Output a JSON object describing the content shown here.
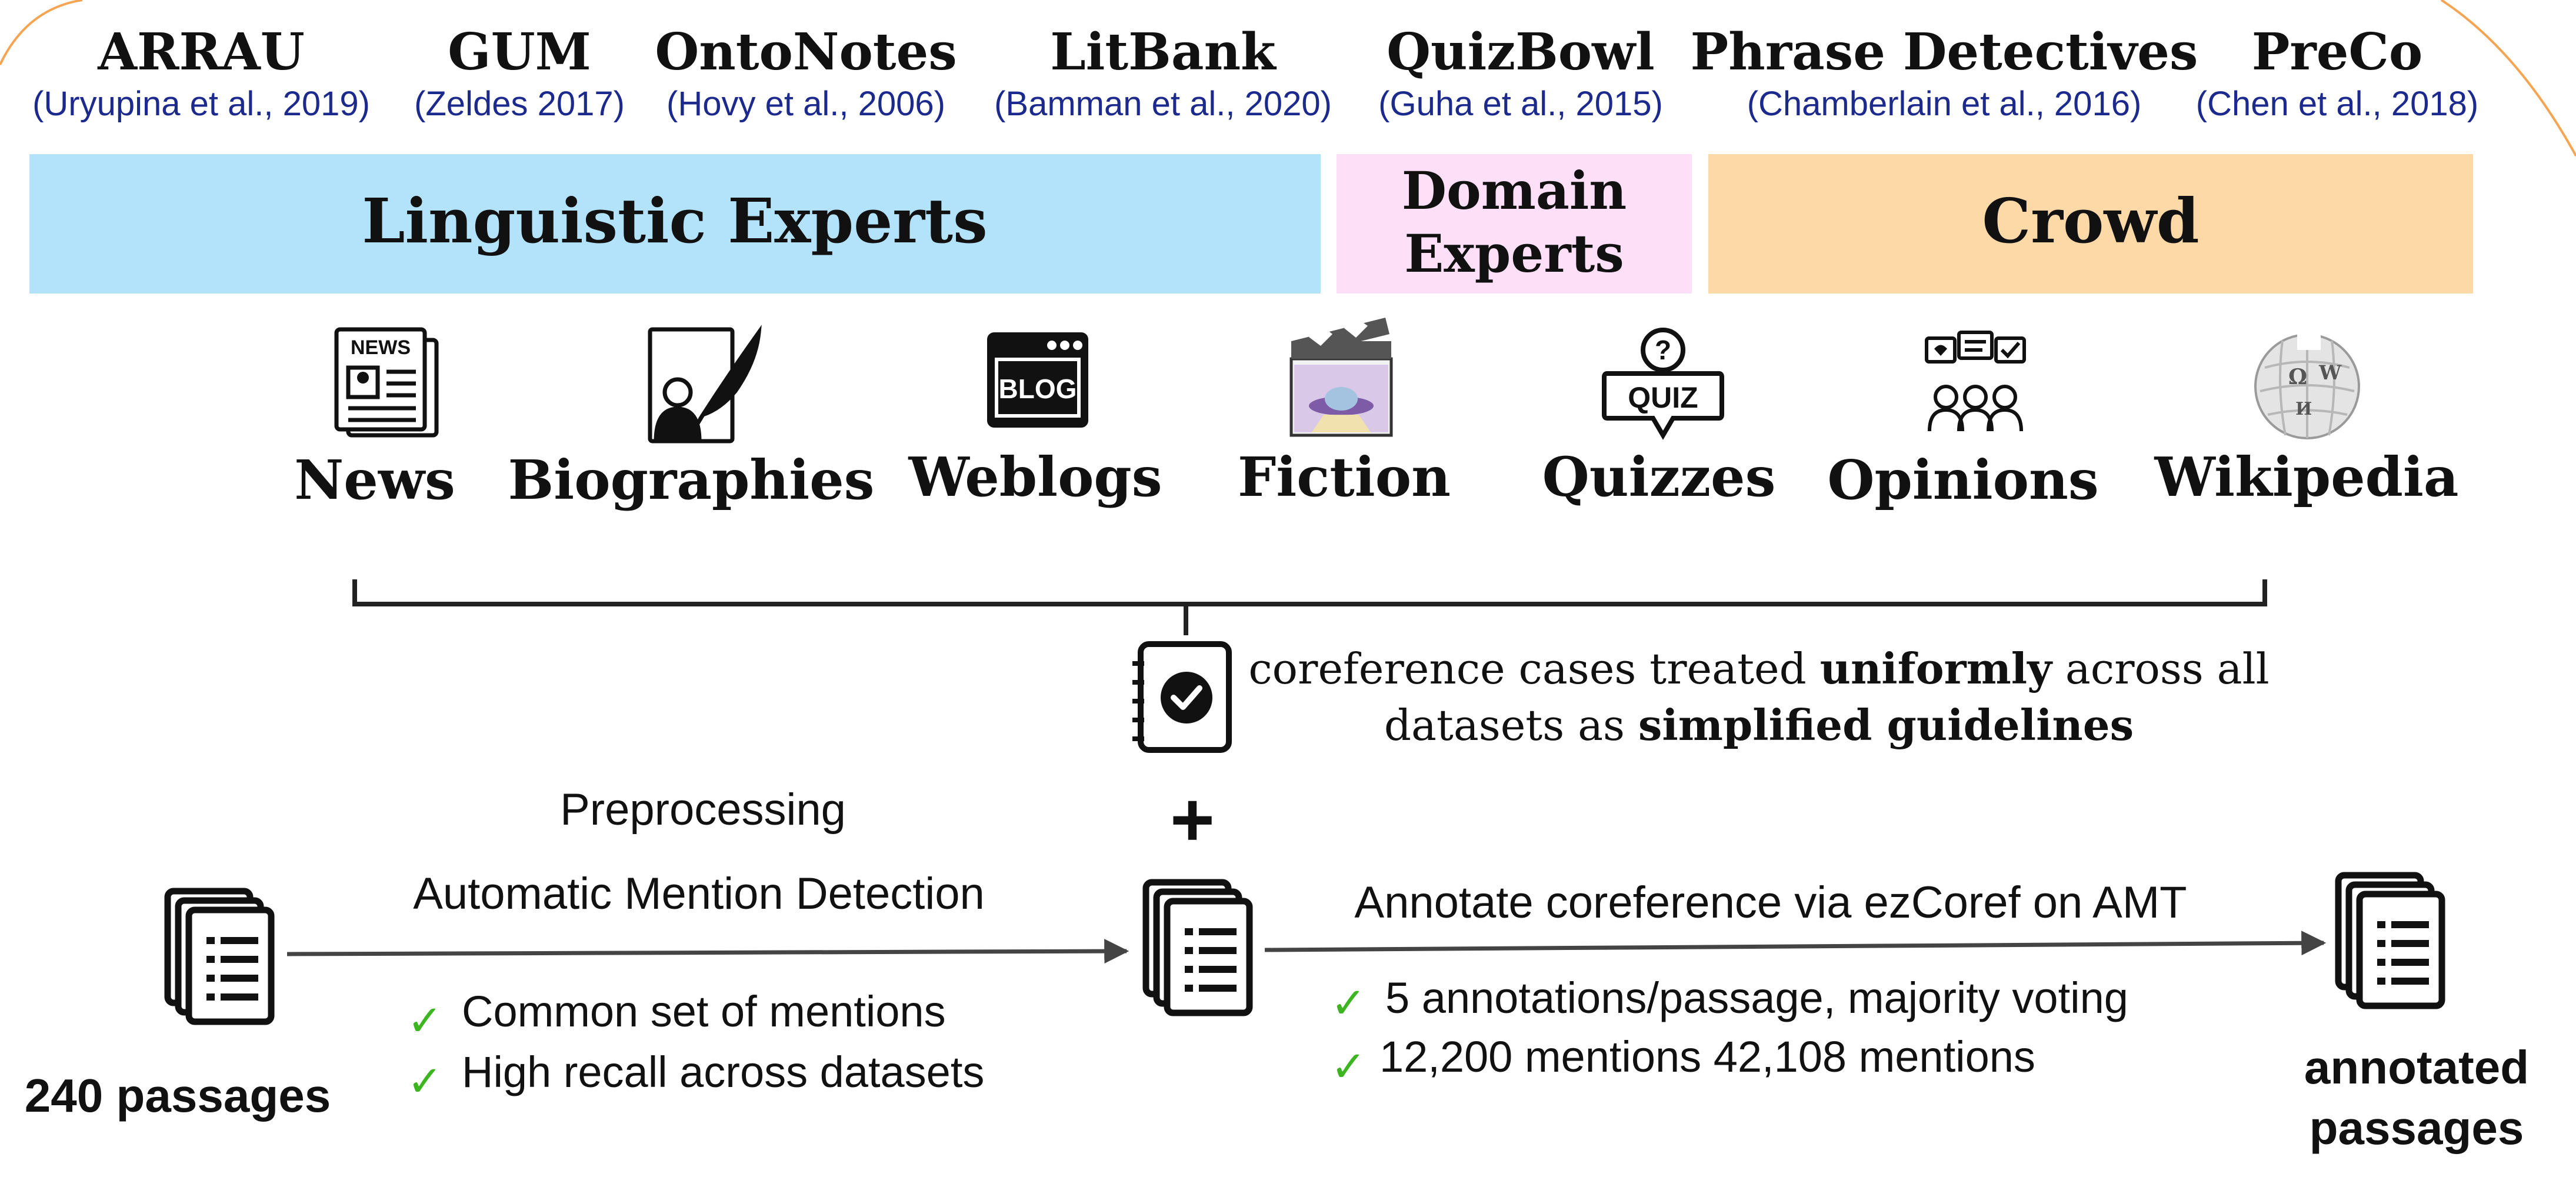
{
  "datasets": [
    {
      "name": "ARRAU",
      "citation": "(Uryupina et al., 2019)"
    },
    {
      "name": "GUM",
      "citation": "(Zeldes 2017)"
    },
    {
      "name": "OntoNotes",
      "citation": "(Hovy et al., 2006)"
    },
    {
      "name": "LitBank",
      "citation": "(Bamman et al., 2020)"
    },
    {
      "name": "QuizBowl",
      "citation": "(Guha et al., 2015)"
    },
    {
      "name": "Phrase Detectives",
      "citation": "(Chamberlain  et al., 2016)"
    },
    {
      "name": "PreCo",
      "citation": "(Chen et al., 2018)"
    }
  ],
  "annotator_groups": [
    {
      "label": "Linguistic Experts",
      "color": "#b3e3fb"
    },
    {
      "label_line1": "Domain",
      "label_line2": "Experts",
      "color": "#fde0f7"
    },
    {
      "label": "Crowd",
      "color": "#fdd9a8"
    }
  ],
  "domains": [
    {
      "label": "News",
      "icon": "newspaper-icon",
      "icon_text": "NEWS"
    },
    {
      "label": "Biographies",
      "icon": "biography-icon"
    },
    {
      "label": "Weblogs",
      "icon": "blog-icon",
      "icon_text": "BLOG"
    },
    {
      "label": "Fiction",
      "icon": "clapperboard-icon"
    },
    {
      "label": "Quizzes",
      "icon": "quiz-icon",
      "icon_text": "QUIZ",
      "icon_symbol": "?"
    },
    {
      "label": "Opinions",
      "icon": "opinions-icon"
    },
    {
      "label": "Wikipedia",
      "icon": "wikipedia-globe-icon",
      "icon_symbols": [
        "Ω",
        "W",
        "И"
      ]
    }
  ],
  "guidelines": {
    "icon": "guidelines-checklist-icon",
    "line1_pre": "coreference cases treated ",
    "line1_bold": "uniformly",
    "line1_post": " across all",
    "line2_pre": "datasets as ",
    "line2_bold": "simplified guidelines"
  },
  "plus_sign": "+",
  "pipeline": {
    "step1_label_top": "Preprocessing",
    "step1_label_bottom": "Automatic Mention Detection",
    "step1_checks": [
      "Common set of mentions",
      "High recall across datasets"
    ],
    "step2_label": "Annotate coreference via ezCoref on AMT",
    "step2_checks": [
      "5 annotations/passage, majority voting",
      "12,200 mentions 42,108 mentions"
    ],
    "input_label": "240 passages",
    "output_label_line1": "annotated",
    "output_label_line2": "passages",
    "check_mark": "✓",
    "check_color": "#3cb521"
  },
  "colors": {
    "citation": "#1b2a8c",
    "accent_arc": "#f5a452"
  }
}
